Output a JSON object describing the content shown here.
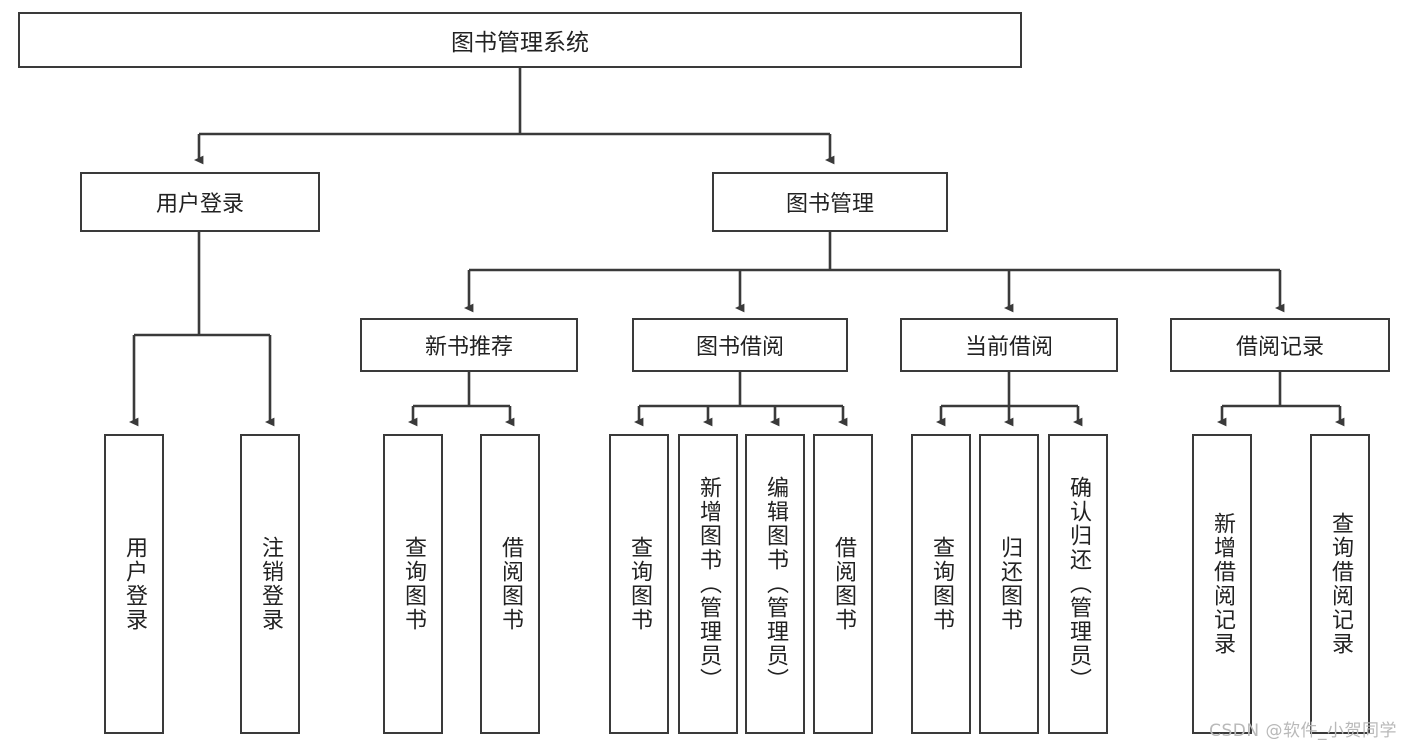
{
  "diagram": {
    "title": "图书管理系统",
    "type": "tree-hierarchy-chart",
    "watermark": "CSDN @软件_小贺同学",
    "colors": {
      "stroke": "#3a3a3a",
      "fill": "#ffffff",
      "text": "#222222",
      "watermark": "#b9b9b9"
    },
    "root": {
      "label": "图书管理系统"
    },
    "level2": [
      {
        "label": "用户登录"
      },
      {
        "label": "图书管理"
      }
    ],
    "level3": [
      {
        "label": "新书推荐"
      },
      {
        "label": "图书借阅"
      },
      {
        "label": "当前借阅"
      },
      {
        "label": "借阅记录"
      }
    ],
    "leaves": {
      "user_login": [
        {
          "label": "用户登录"
        },
        {
          "label": "注销登录"
        }
      ],
      "new_book_recommend": [
        {
          "label": "查询图书"
        },
        {
          "label": "借阅图书"
        }
      ],
      "book_borrow": [
        {
          "label": "查询图书"
        },
        {
          "label": "新增图书（管理员）"
        },
        {
          "label": "编辑图书（管理员）"
        },
        {
          "label": "借阅图书"
        }
      ],
      "current_borrow": [
        {
          "label": "查询图书"
        },
        {
          "label": "归还图书"
        },
        {
          "label": "确认归还（管理员）"
        }
      ],
      "borrow_record": [
        {
          "label": "新增借阅记录"
        },
        {
          "label": "查询借阅记录"
        }
      ]
    }
  }
}
